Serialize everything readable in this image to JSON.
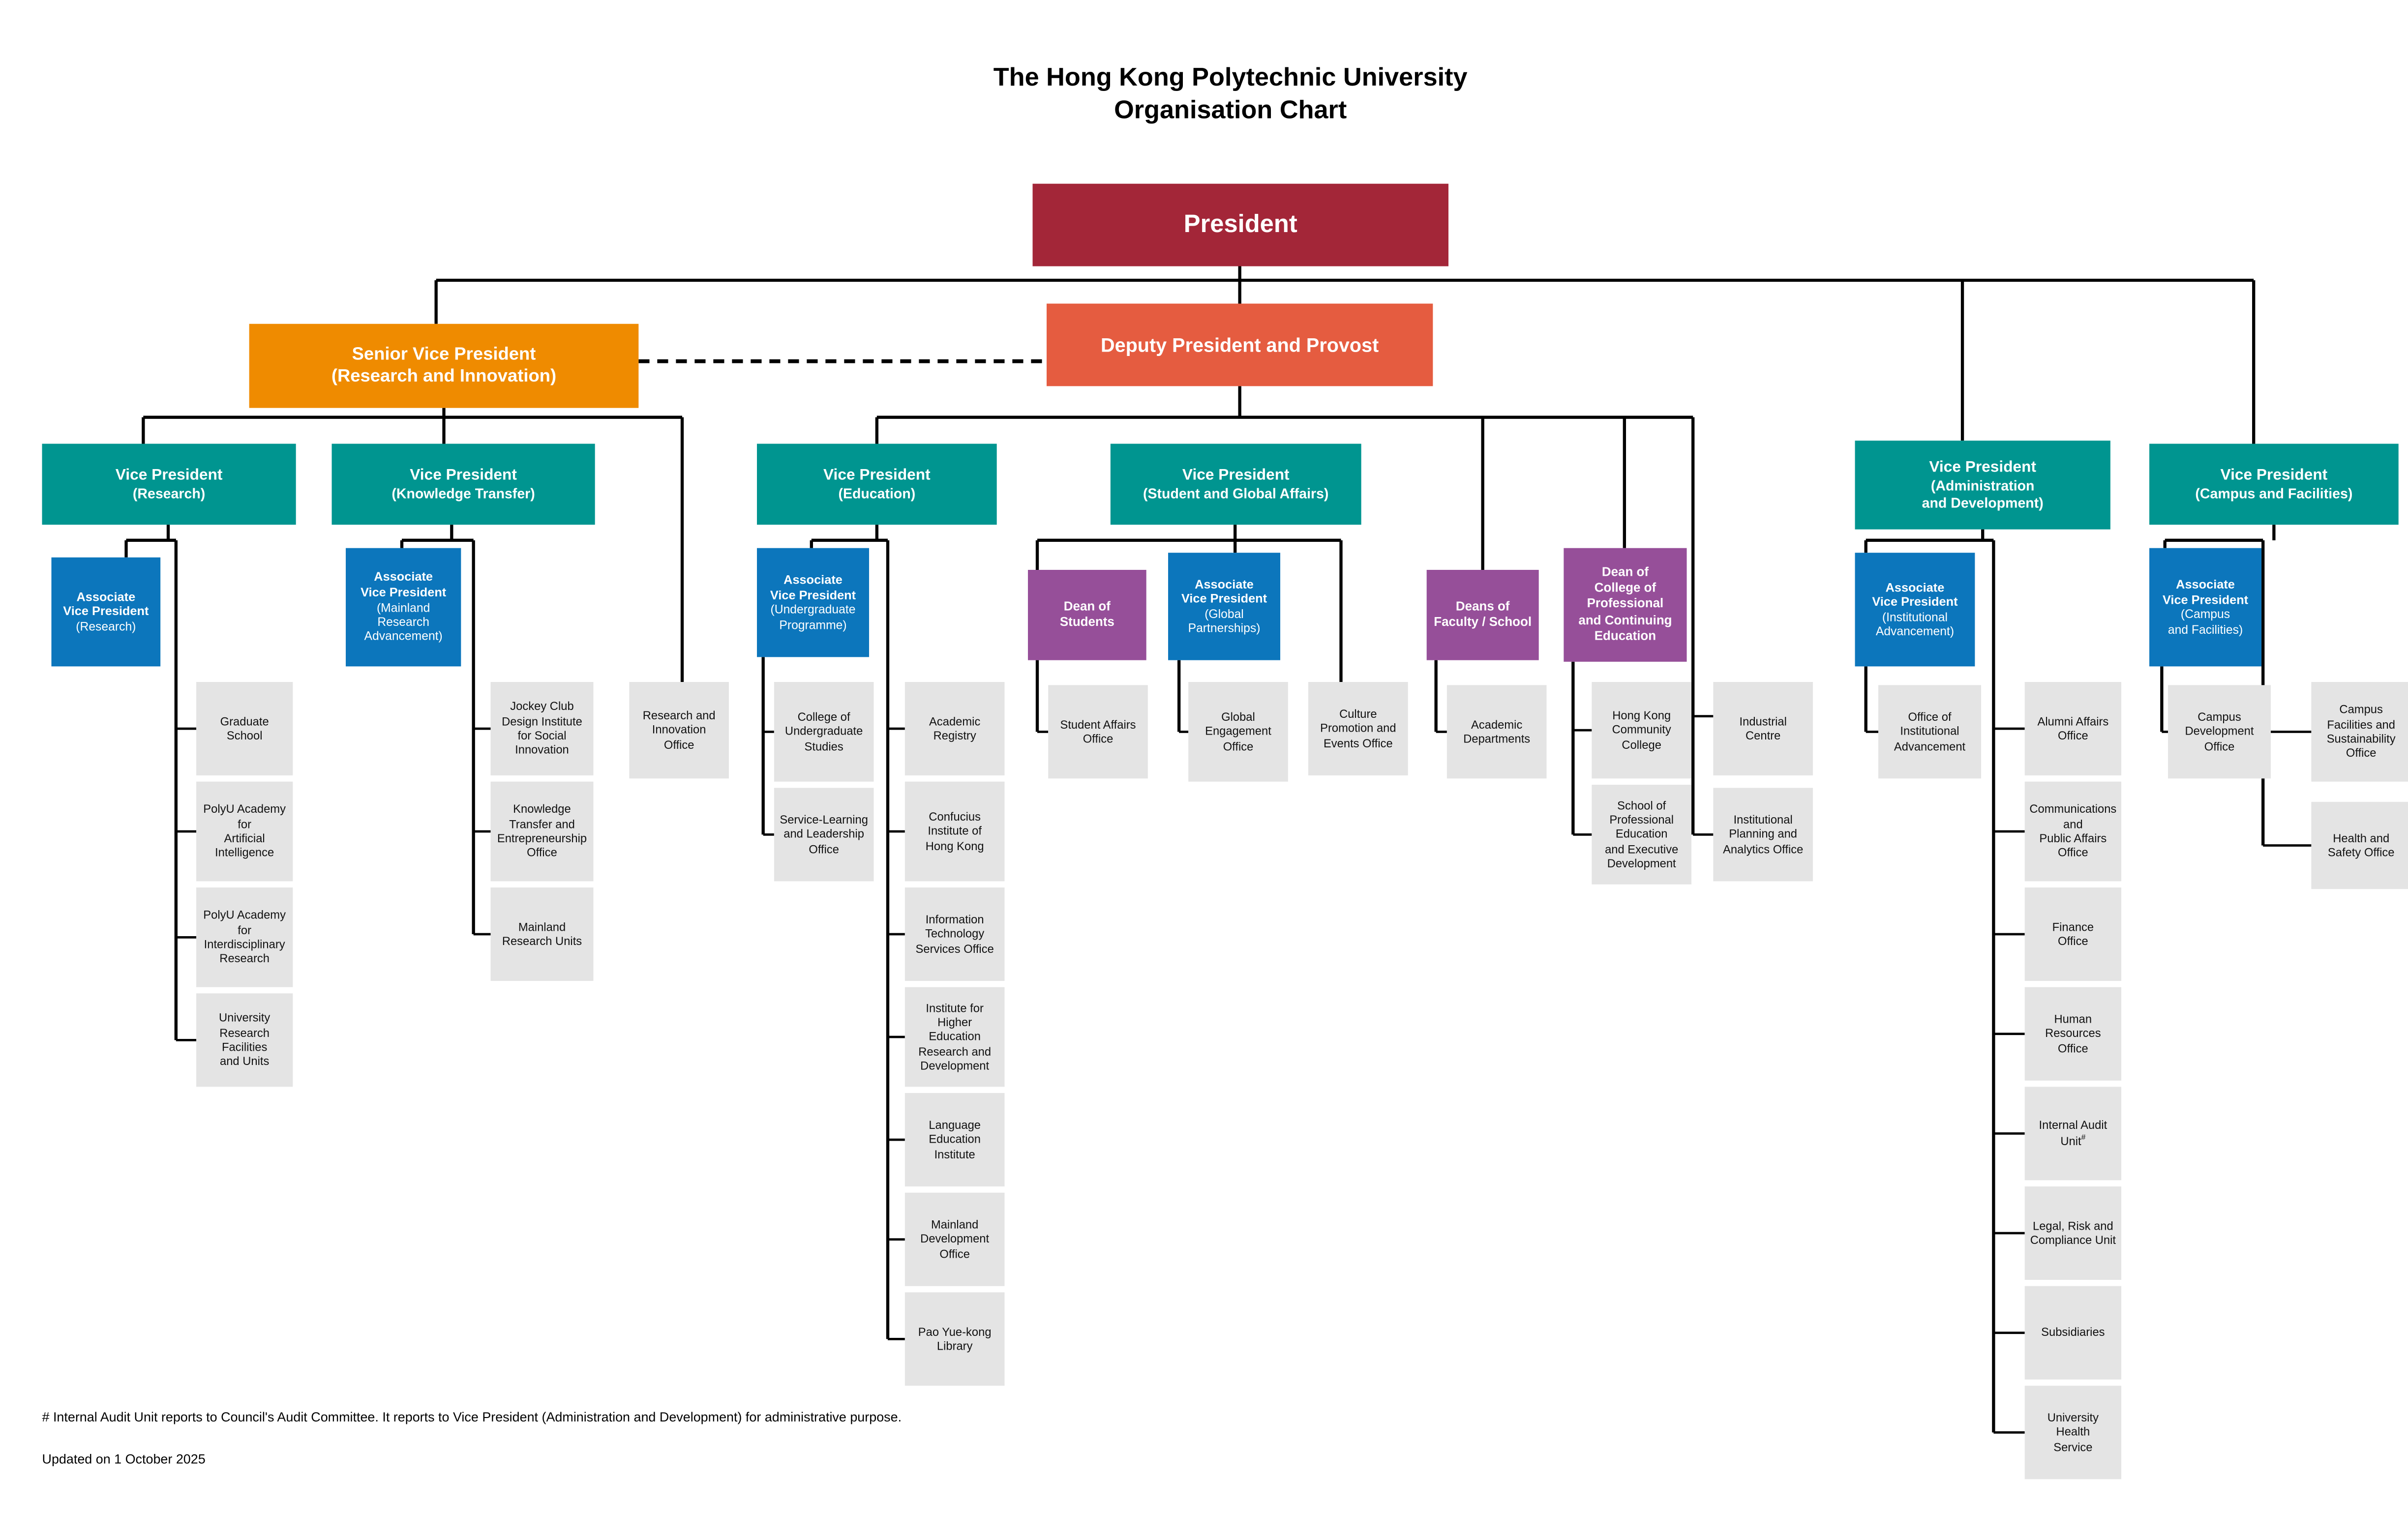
{
  "title": "The Hong Kong Polytechnic University\nOrganisation Chart",
  "colors": {
    "president_red": "#A32638",
    "deputy_orange_red": "#E55C40",
    "senior_orange": "#EF8B00",
    "vp_teal": "#009590",
    "avp_blue": "#0C76BC",
    "dean_purple": "#964F99",
    "unit_gray": "#E4E4E4",
    "line_black": "#000000"
  },
  "nodes": {
    "president": {
      "title": "President"
    },
    "deputy": {
      "title": "Deputy President and Provost"
    },
    "senior_vp": {
      "title": "Senior Vice President",
      "sub": "(Research and Innovation)"
    },
    "vp_research": {
      "title": "Vice President",
      "sub": "(Research)"
    },
    "vp_kt": {
      "title": "Vice President",
      "sub": "(Knowledge Transfer)"
    },
    "vp_edu": {
      "title": "Vice President",
      "sub": "(Education)"
    },
    "vp_sga": {
      "title": "Vice President",
      "sub": "(Student and Global Affairs)"
    },
    "vp_admin": {
      "title": "Vice President",
      "sub": "(Administration\nand Development)"
    },
    "vp_campus": {
      "title": "Vice President",
      "sub": "(Campus and Facilities)"
    },
    "avp_research": {
      "title": "Associate\nVice President",
      "sub": "(Research)"
    },
    "avp_mra": {
      "title": "Associate\nVice President",
      "sub": "(Mainland\nResearch\nAdvancement)"
    },
    "avp_ug": {
      "title": "Associate\nVice President",
      "sub": "(Undergraduate\nProgramme)"
    },
    "avp_gp": {
      "title": "Associate\nVice President",
      "sub": "(Global\nPartnerships)"
    },
    "avp_ia": {
      "title": "Associate\nVice President",
      "sub": "(Institutional\nAdvancement)"
    },
    "avp_cf": {
      "title": "Associate\nVice President",
      "sub": "(Campus\nand Facilities)"
    },
    "dean_students": {
      "title": "Dean of\nStudents"
    },
    "deans_fs": {
      "title": "Deans of\nFaculty / School"
    },
    "dean_cpce": {
      "title": "Dean of\nCollege of\nProfessional\nand Continuing\nEducation"
    },
    "graduate_school": {
      "label": "Graduate\nSchool"
    },
    "polyu_aai": {
      "label": "PolyU Academy\nfor\nArtificial\nIntelligence"
    },
    "polyu_air": {
      "label": "PolyU Academy\nfor\nInterdisciplinary\nResearch"
    },
    "urfu": {
      "label": "University\nResearch\nFacilities\nand Units"
    },
    "jcdisi": {
      "label": "Jockey Club\nDesign Institute\nfor Social\nInnovation"
    },
    "kteo": {
      "label": "Knowledge\nTransfer and\nEntrepreneurship\nOffice"
    },
    "mru": {
      "label": "Mainland\nResearch Units"
    },
    "rio": {
      "label": "Research and\nInnovation\nOffice"
    },
    "cus": {
      "label": "College of\nUndergraduate\nStudies"
    },
    "sllo": {
      "label": "Service-Learning\nand Leadership\nOffice"
    },
    "ar": {
      "label": "Academic\nRegistry"
    },
    "cihk": {
      "label": "Confucius\nInstitute of\nHong Kong"
    },
    "itso": {
      "label": "Information\nTechnology\nServices Office"
    },
    "iherd": {
      "label": "Institute for\nHigher\nEducation\nResearch and\nDevelopment"
    },
    "lei": {
      "label": "Language\nEducation\nInstitute"
    },
    "mdo": {
      "label": "Mainland\nDevelopment\nOffice"
    },
    "pyl": {
      "label": "Pao Yue-kong\nLibrary"
    },
    "sao": {
      "label": "Student Affairs\nOffice"
    },
    "geo": {
      "label": "Global\nEngagement\nOffice"
    },
    "cpeo": {
      "label": "Culture\nPromotion and\nEvents Office"
    },
    "acad_dept": {
      "label": "Academic\nDepartments"
    },
    "hkcc": {
      "label": "Hong Kong\nCommunity\nCollege"
    },
    "speed": {
      "label": "School of\nProfessional\nEducation\nand Executive\nDevelopment"
    },
    "ic": {
      "label": "Industrial\nCentre"
    },
    "ipao": {
      "label": "Institutional\nPlanning and\nAnalytics Office"
    },
    "oia": {
      "label": "Office of\nInstitutional\nAdvancement"
    },
    "aao": {
      "label": "Alumni Affairs\nOffice"
    },
    "cpao": {
      "label": "Communications\nand\nPublic Affairs\nOffice"
    },
    "fo": {
      "label": "Finance\nOffice"
    },
    "hro": {
      "label": "Human\nResources\nOffice"
    },
    "iau": {
      "label": "Internal Audit\nUnit",
      "sup": "#"
    },
    "lrcu": {
      "label": "Legal, Risk and\nCompliance Unit"
    },
    "subs": {
      "label": "Subsidiaries"
    },
    "uhs": {
      "label": "University\nHealth\nService"
    },
    "cdo": {
      "label": "Campus\nDevelopment\nOffice"
    },
    "cfso": {
      "label": "Campus\nFacilities and\nSustainability\nOffice"
    },
    "hso": {
      "label": "Health and\nSafety Office"
    }
  },
  "footnote": "# Internal Audit Unit reports to Council's Audit Committee.  It reports to Vice President (Administration and Development) for administrative purpose.",
  "updated": "Updated on 1 October 2025"
}
